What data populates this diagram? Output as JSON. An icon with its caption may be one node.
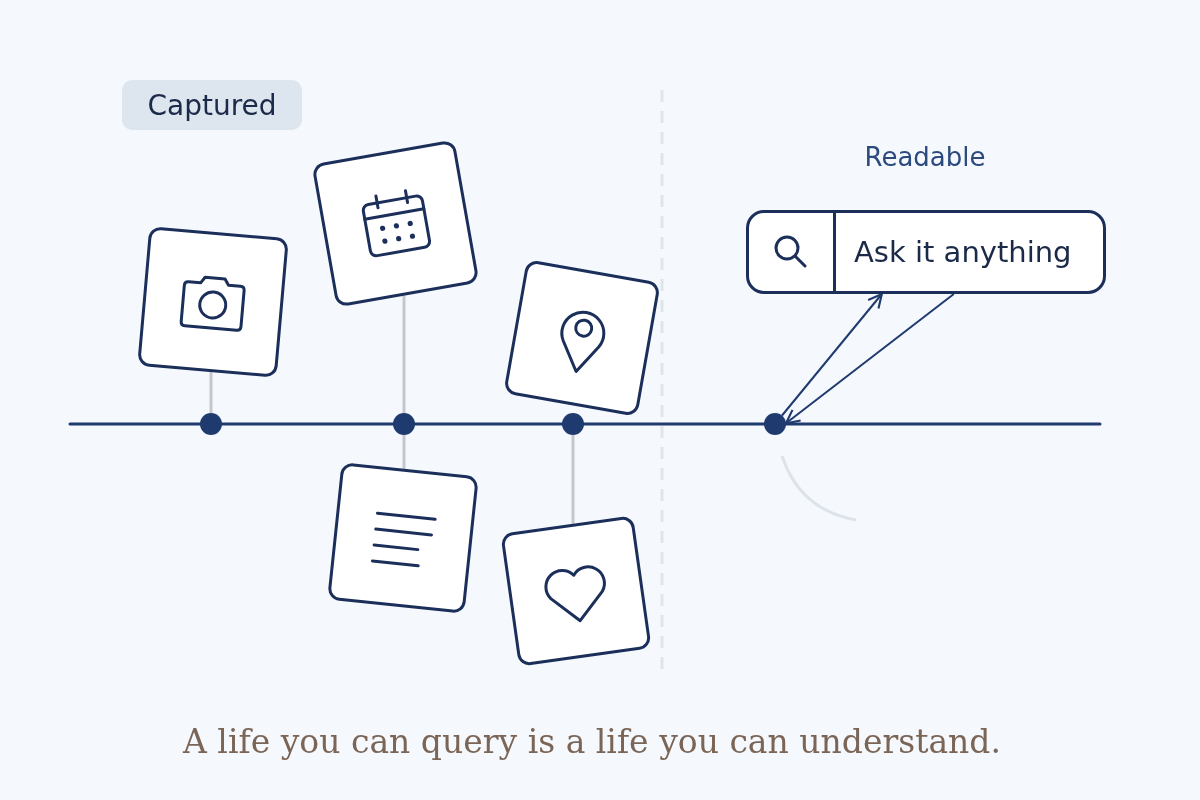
{
  "diagram": {
    "caption": "A life you can query is a life you can understand.",
    "nodes": [
      {
        "text": [
          "Captured"
        ]
      },
      {
        "text": [],
        "shape": "box"
      },
      {
        "text": [],
        "shape": "box"
      },
      {
        "text": [],
        "shape": "box"
      },
      {
        "text": [],
        "shape": "box"
      },
      {
        "text": [],
        "shape": "box"
      },
      {
        "text": [],
        "shape": "circle"
      },
      {
        "text": [],
        "shape": "circle"
      },
      {
        "text": [],
        "shape": "circle"
      },
      {
        "text": [],
        "shape": "circle"
      },
      {
        "text": [
          "Ask it anything"
        ]
      }
    ],
    "edges": [
      {
        "from": 1,
        "to": 6,
        "arrow": "none"
      },
      {
        "from": 2,
        "to": 7,
        "arrow": "none"
      },
      {
        "from": 4,
        "to": 7,
        "arrow": "none"
      },
      {
        "from": 5,
        "to": 8,
        "arrow": "none"
      },
      {
        "from": 9,
        "to": 10,
        "arrow": "to",
        "color": "#1f3a6e"
      },
      {
        "from": 10,
        "to": 9,
        "arrow": "to",
        "color": "#1f3a6e"
      }
    ],
    "labels": [
      "Readable"
    ]
  }
}
